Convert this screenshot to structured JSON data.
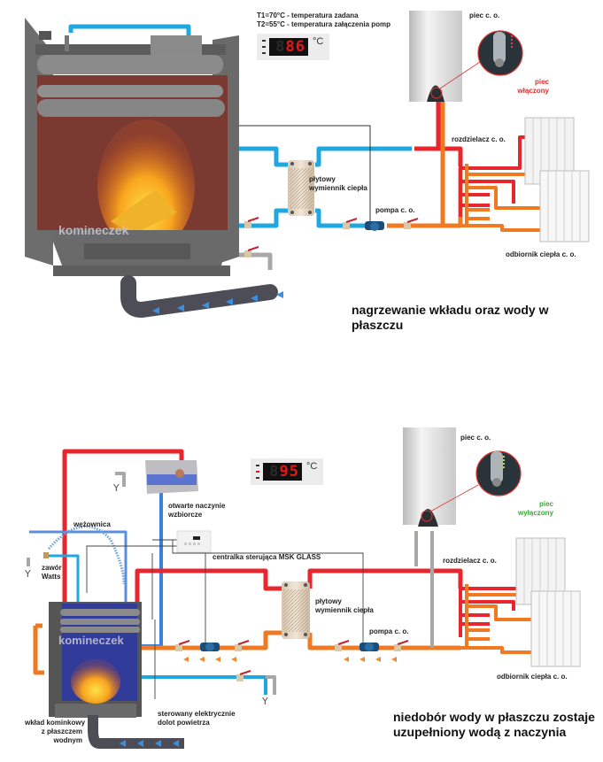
{
  "colors": {
    "hot_pipe": "#e8262d",
    "return_pipe": "#f07a22",
    "cold_pipe": "#1fa7e0",
    "supply_pipe": "#3b7fe0",
    "gray_pipe": "#a8a8a8",
    "status_on": "#e03030",
    "status_off": "#3aa83a",
    "display_digits": "#e3181b"
  },
  "top_panel": {
    "title": "nagrzewanie wkładu oraz wody w płaszczu",
    "legend_t1": "T1=70°C - temperatura zadana",
    "legend_t2": "T2=55°C - temperatura załączenia pomp",
    "display": {
      "ghost": "8",
      "value": "86",
      "unit": "°C"
    },
    "brand": "komineczek",
    "labels": {
      "boiler": "piec c. o.",
      "boiler_status_line1": "piec",
      "boiler_status_line2": "włączony",
      "manifold": "rozdzielacz c. o.",
      "exchanger_line1": "płytowy",
      "exchanger_line2": "wymiennik ciepła",
      "pump": "pompa c. o.",
      "radiators": "odbiornik ciepła c. o."
    }
  },
  "bottom_panel": {
    "title_line1": "niedobór wody w płaszczu zostaje",
    "title_line2": "uzupełniony wodą z naczynia",
    "display": {
      "ghost": "8",
      "value": "95",
      "unit": "°C"
    },
    "brand": "komineczek",
    "drain_symbol": "Y",
    "labels": {
      "boiler": "piec c. o.",
      "boiler_status_line1": "piec",
      "boiler_status_line2": "wyłączony",
      "expansion_tank_line1": "otwarte naczynie",
      "expansion_tank_line2": "wzbiorcze",
      "coil": "wężownica",
      "valve_line1": "zawór",
      "valve_line2": "Watts",
      "controller": "centralka sterująca MSK GLASS",
      "manifold": "rozdzielacz c. o.",
      "exchanger_line1": "płytowy",
      "exchanger_line2": "wymiennik ciepła",
      "pump": "pompa c. o.",
      "radiators": "odbiornik ciepła c. o.",
      "air_inlet_line1": "sterowany elektrycznie",
      "air_inlet_line2": "dolot powietrza",
      "insert_line1": "wkład kominkowy",
      "insert_line2": "z płaszczem",
      "insert_line3": "wodnym"
    }
  }
}
